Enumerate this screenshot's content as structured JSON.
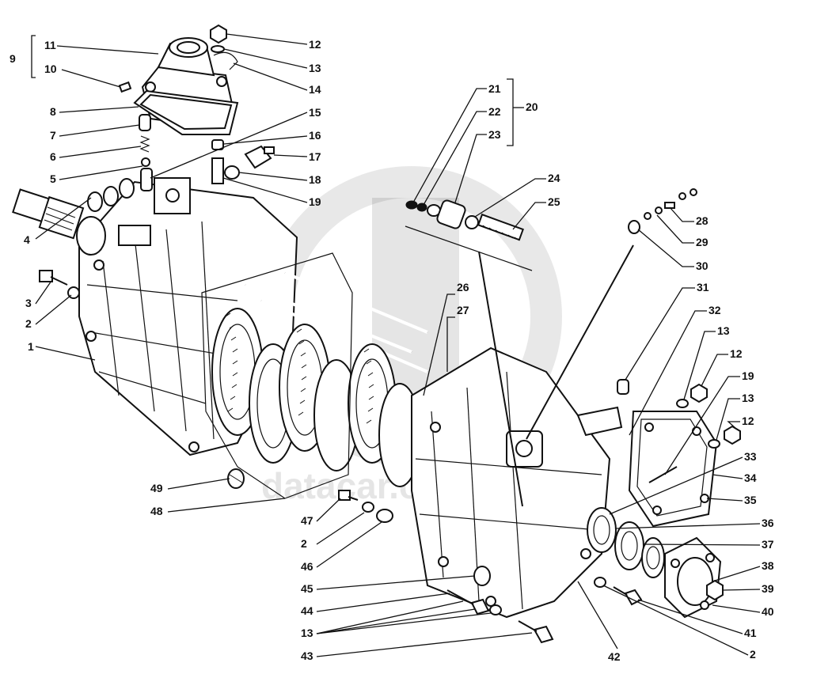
{
  "diagram": {
    "watermark_text": "datacar.com.ua",
    "callouts": {
      "c1": "1",
      "c2a": "2",
      "c2b": "2",
      "c2c": "2",
      "c3": "3",
      "c4": "4",
      "c5": "5",
      "c6": "6",
      "c7": "7",
      "c8": "8",
      "c9": "9",
      "c10": "10",
      "c11": "11",
      "c12a": "12",
      "c12b": "12",
      "c12c": "12",
      "c13a": "13",
      "c13b": "13",
      "c13c": "13",
      "c13d": "13",
      "c14": "14",
      "c15": "15",
      "c16": "16",
      "c17": "17",
      "c18": "18",
      "c19a": "19",
      "c19b": "19",
      "c20": "20",
      "c21": "21",
      "c22": "22",
      "c23": "23",
      "c24": "24",
      "c25": "25",
      "c26": "26",
      "c27": "27",
      "c28": "28",
      "c29": "29",
      "c30": "30",
      "c31": "31",
      "c32": "32",
      "c33": "33",
      "c34": "34",
      "c35": "35",
      "c36": "36",
      "c37": "37",
      "c38": "38",
      "c39": "39",
      "c40": "40",
      "c41": "41",
      "c42": "42",
      "c43": "43",
      "c44": "44",
      "c45": "45",
      "c46": "46",
      "c47": "47",
      "c48": "48",
      "c49": "49"
    }
  }
}
